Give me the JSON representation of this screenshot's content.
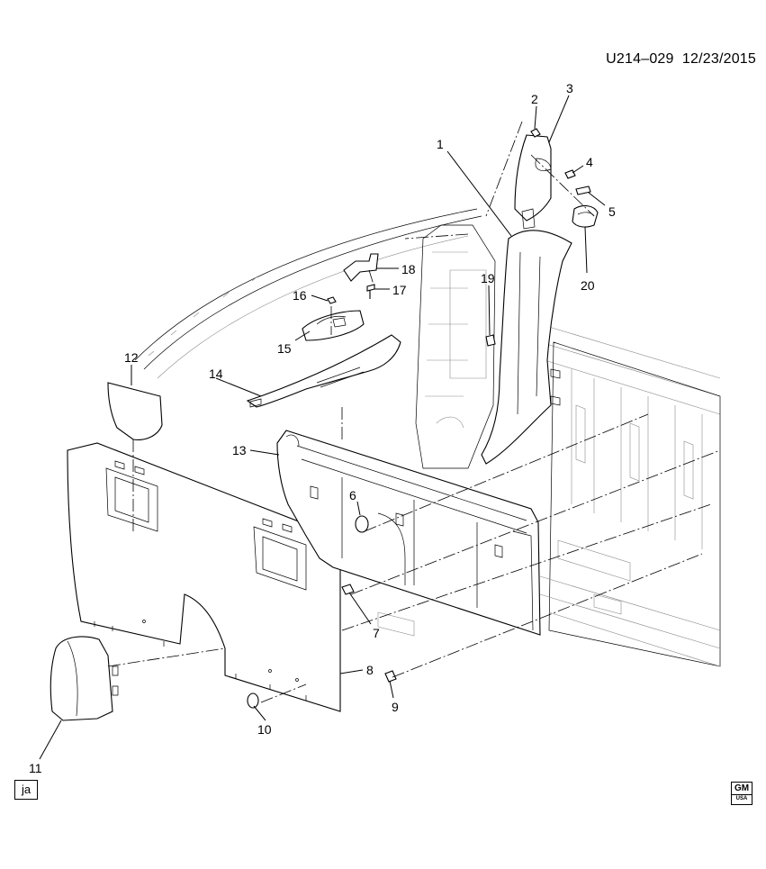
{
  "header": {
    "code": "U214–029",
    "date": "12/23/2015"
  },
  "callouts": [
    "1",
    "2",
    "3",
    "4",
    "5",
    "6",
    "7",
    "8",
    "9",
    "10",
    "11",
    "12",
    "13",
    "14",
    "15",
    "16",
    "17",
    "18",
    "19",
    "20"
  ],
  "badge": "ja",
  "logo": {
    "main": "GM",
    "sub": "USA"
  }
}
